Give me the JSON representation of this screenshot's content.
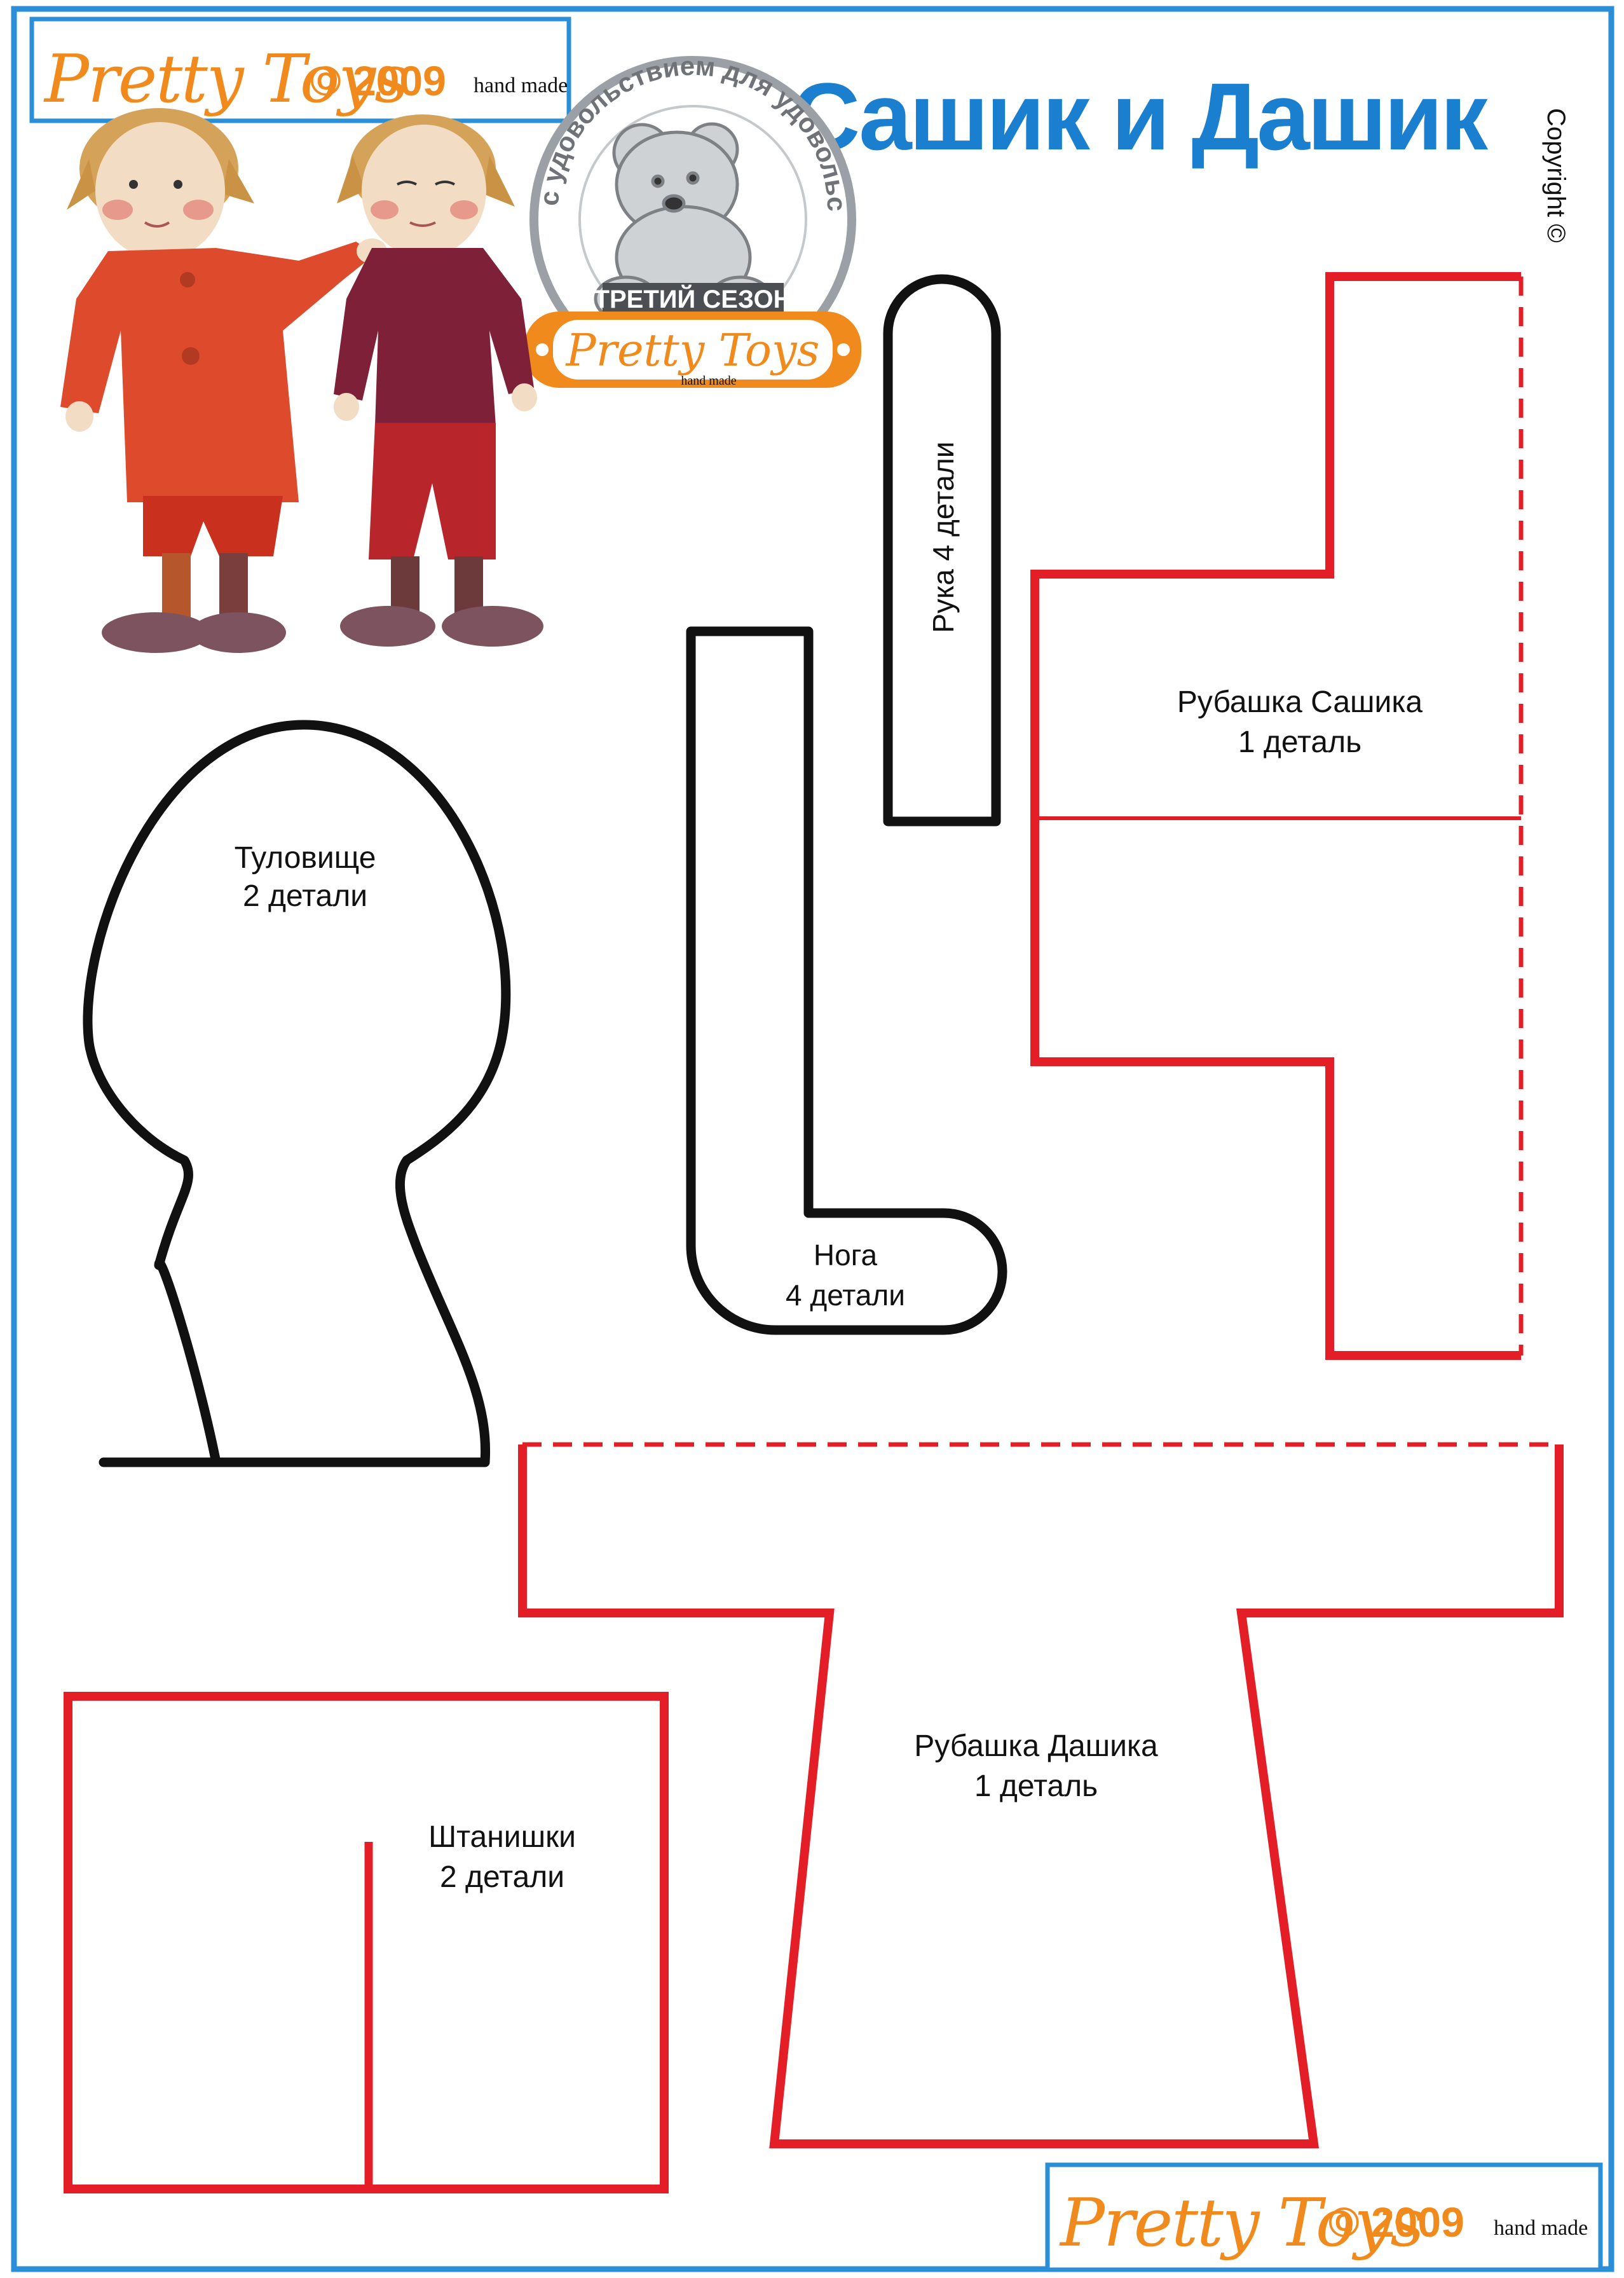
{
  "title": "Сашик и Дашик",
  "copyright": "Copyright ©",
  "brand": {
    "name": "Pretty Toys",
    "year": "© 2009",
    "hand_made": "hand made"
  },
  "stamp": {
    "arc_text": "Шейте с удовольствием для удовольствия!!!",
    "season": "ТРЕТИЙ СЕЗОН",
    "name": "Pretty Toys",
    "hand_made": "hand made"
  },
  "pieces": {
    "arm": "Рука 4 детали",
    "sashik_shirt": {
      "line1": "Рубашка Сашика",
      "line2": "1 деталь"
    },
    "torso": {
      "line1": "Туловище",
      "line2": "2 детали"
    },
    "leg": {
      "line1": "Нога",
      "line2": "4 детали"
    },
    "dashik_shirt": {
      "line1": "Рубашка Дашика",
      "line2": "1 деталь"
    },
    "pants": {
      "line1": "Штанишки",
      "line2": "2 детали"
    }
  },
  "colors": {
    "frame": "#2a8fd6",
    "title": "#1b7fd0",
    "brand_orange": "#f18a1c",
    "pattern_red": "#e41e26",
    "pattern_black": "#111111"
  }
}
